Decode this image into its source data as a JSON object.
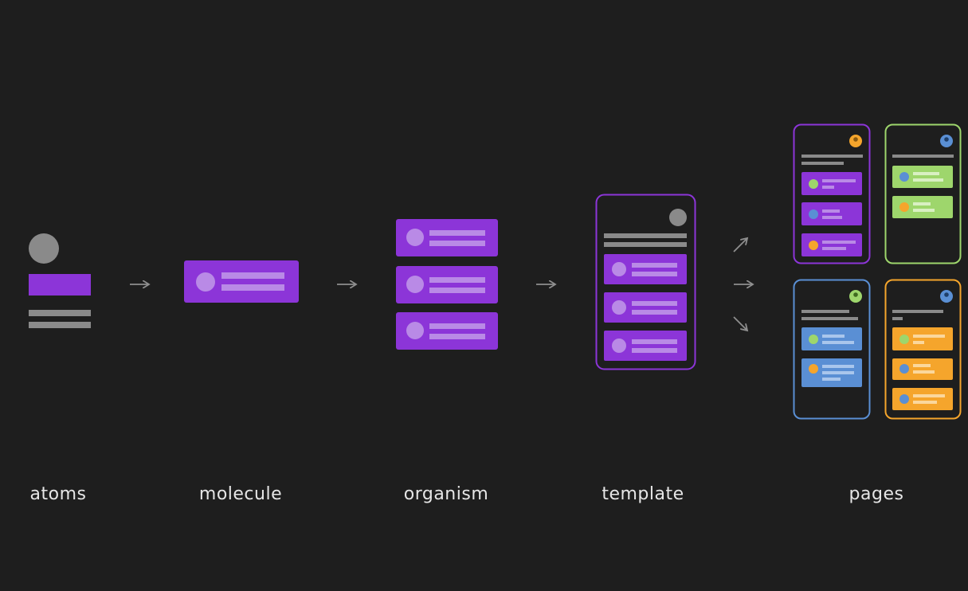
{
  "diagram": {
    "stages": [
      {
        "id": "atoms",
        "label": "atoms"
      },
      {
        "id": "molecule",
        "label": "molecule"
      },
      {
        "id": "organism",
        "label": "organism"
      },
      {
        "id": "template",
        "label": "template"
      },
      {
        "id": "pages",
        "label": "pages"
      }
    ],
    "colors": {
      "background": "#1e1e1e",
      "gray": "#8a8a8a",
      "purple": "#8c35d8",
      "purple_light": "#b98ae6",
      "green": "#9ed66c",
      "blue": "#5a8fd4",
      "orange": "#f5a52c",
      "arrow": "#8f8f8f"
    },
    "pages": [
      {
        "theme": "purple",
        "cards": 3
      },
      {
        "theme": "green",
        "cards": 2
      },
      {
        "theme": "blue",
        "cards": 2
      },
      {
        "theme": "orange",
        "cards": 3
      }
    ]
  }
}
